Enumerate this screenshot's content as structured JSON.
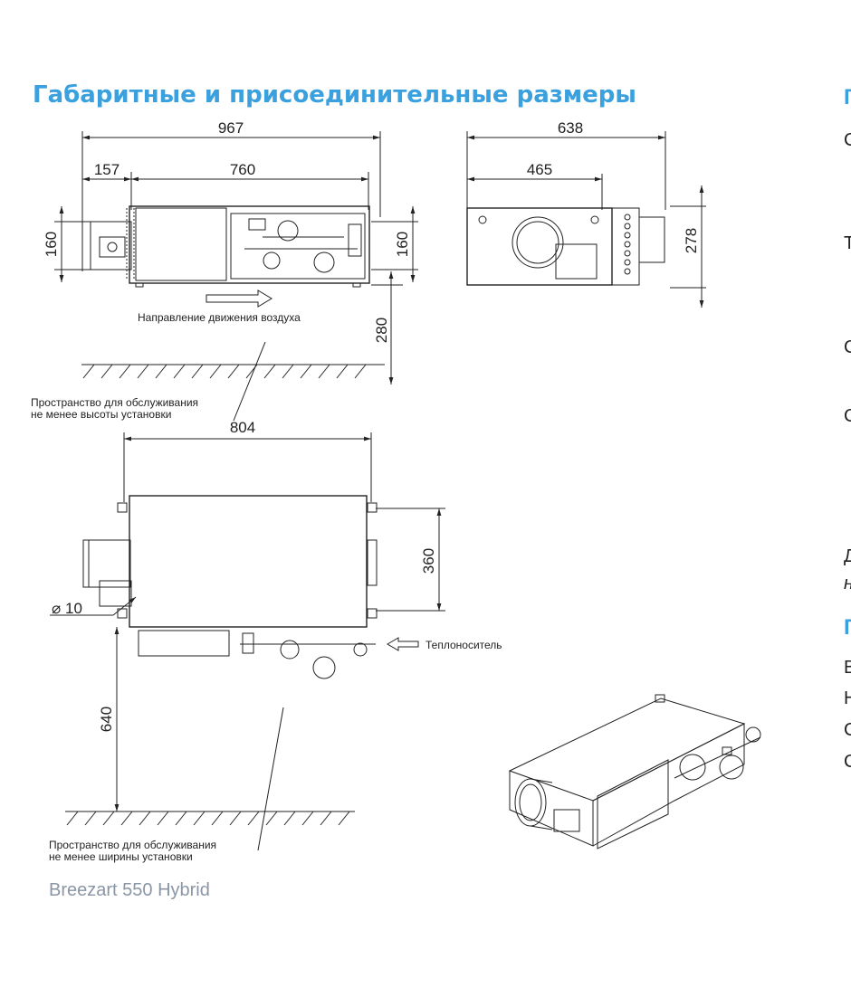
{
  "title": "Габаритные и присоединительные размеры",
  "side_view": {
    "dim_total": "967",
    "dim_left": "157",
    "dim_main": "760",
    "dim_dia_left": "160",
    "dim_dia_right": "160",
    "dim_height": "280",
    "air_direction": "Направление движения воздуха",
    "service_line1": "Пространство для обслуживания",
    "service_line2": "не менее высоты установки"
  },
  "end_view": {
    "dim_total": "638",
    "dim_inner": "465",
    "dim_height": "278"
  },
  "top_view": {
    "dim_width": "804",
    "dim_depth": "360",
    "dim_hole": "10",
    "coolant": "Теплоноситель",
    "dim_clearance": "640",
    "service_line1": "Пространство для обслуживания",
    "service_line2": "не менее ширины установки"
  },
  "model": "Breezart 550 Hybrid",
  "right_column_fragments": [
    "Г",
    "С",
    "Т",
    "С",
    "С",
    "Д",
    "н",
    "Г",
    "В",
    "Н",
    "С",
    "С"
  ]
}
